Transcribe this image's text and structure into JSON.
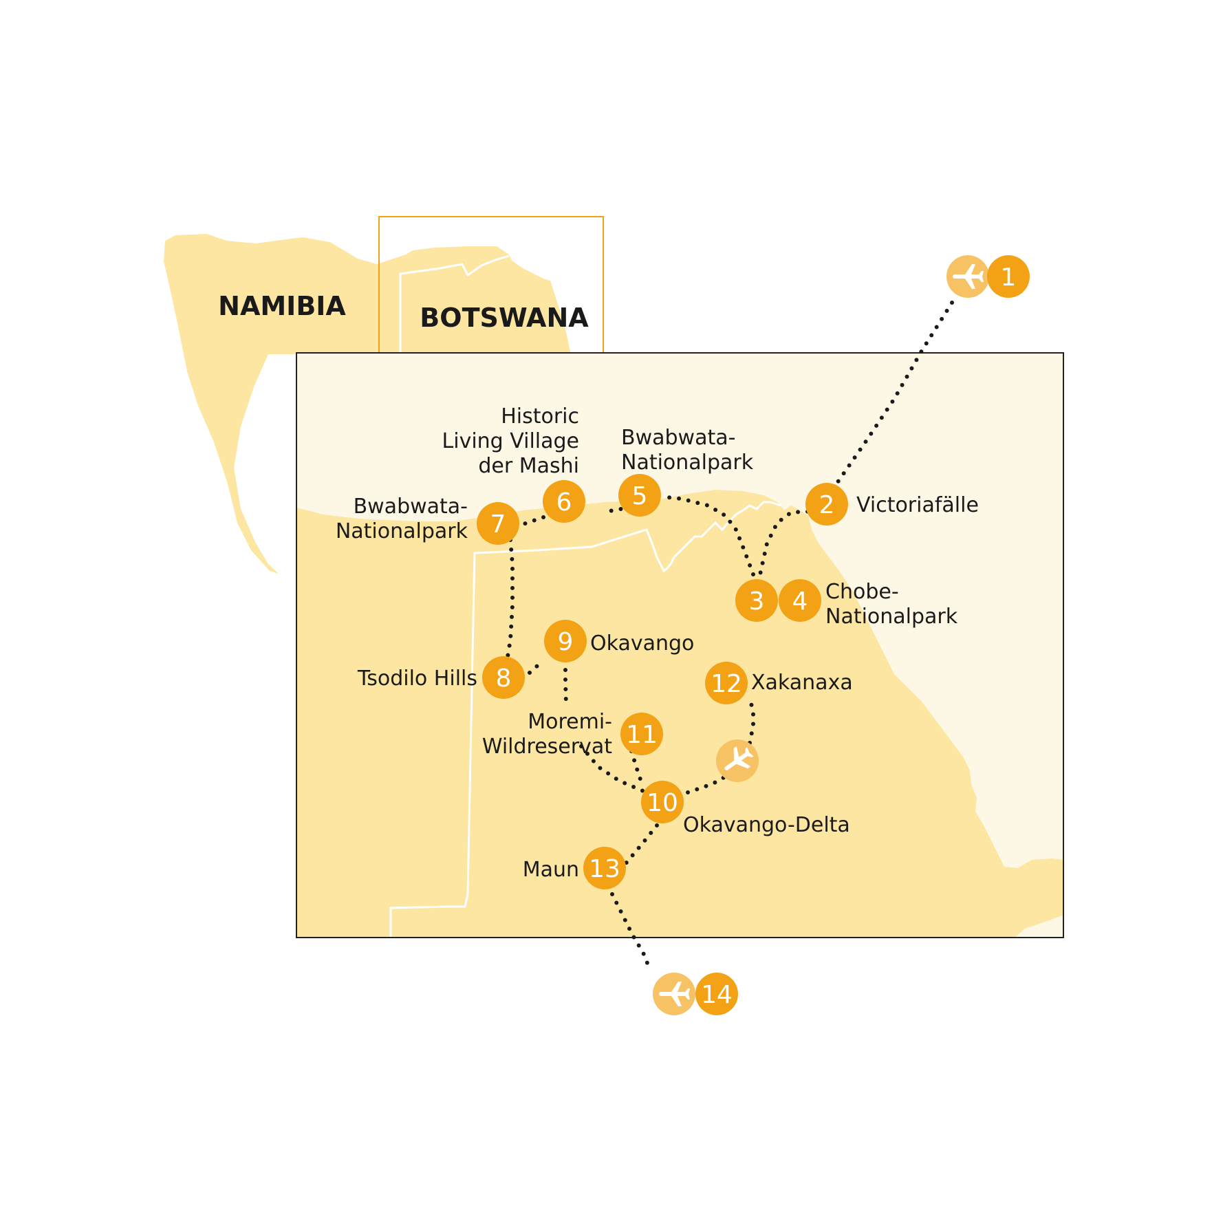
{
  "colors": {
    "land": "#fce6a2",
    "land_pale": "#fdf7e6",
    "marker": "#f2a214",
    "airport": "#f7c263",
    "inset_frame": "#f2a214",
    "map_frame": "#222222",
    "border_line": "#ffffff",
    "route": "#1a1a1a"
  },
  "overview": {
    "countries": [
      "NAMIBIA",
      "BOTSWANA"
    ]
  },
  "stops": [
    {
      "num": "1",
      "airport": true
    },
    {
      "num": "2",
      "label": "Victoriafälle"
    },
    {
      "num": "3"
    },
    {
      "num": "4",
      "label": "Chobe-\nNationalpark"
    },
    {
      "num": "5",
      "label": "Bwabwata-\nNationalpark"
    },
    {
      "num": "6",
      "label": "Historic\nLiving Village\nder Mashi"
    },
    {
      "num": "7",
      "label": "Bwabwata-\nNationalpark"
    },
    {
      "num": "8",
      "label": "Tsodilo Hills"
    },
    {
      "num": "9",
      "label": "Okavango"
    },
    {
      "num": "10",
      "label": "Okavango-Delta"
    },
    {
      "num": "11",
      "label": "Moremi-\nWildreservat"
    },
    {
      "num": "12",
      "label": "Xakanaxa"
    },
    {
      "num": "13",
      "label": "Maun"
    },
    {
      "num": "14",
      "airport": true
    }
  ],
  "extra_airports": [
    {
      "icon": "airplane-icon"
    }
  ]
}
